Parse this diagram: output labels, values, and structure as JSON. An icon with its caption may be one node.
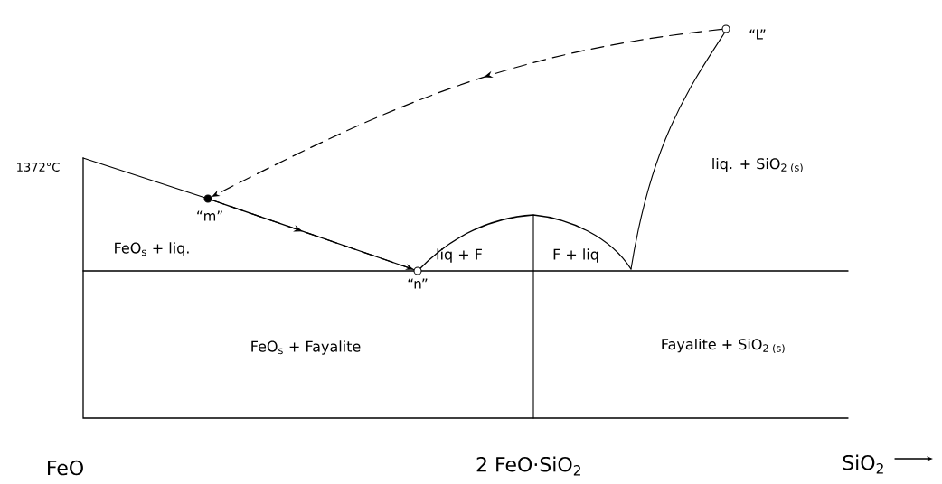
{
  "diagram": {
    "nodes": [
      {
        "text": [],
        "shape": "circle",
        "beside": [
          "“L”"
        ]
      },
      {
        "text": [],
        "shape": "dot",
        "beside": [
          "“m”"
        ]
      },
      {
        "text": [],
        "shape": "circle",
        "beside": [
          "“n”"
        ]
      }
    ],
    "edges": [
      {
        "from": 0,
        "to": 1,
        "arrow": "to",
        "style": "dashed"
      },
      {
        "from": 1,
        "to": 2,
        "arrow": "to",
        "style": "dashed"
      }
    ],
    "labels": [
      "1372°C",
      "liq. + SiO$_{2 (s)}$",
      "FeO$_{s}$ + liq.",
      "liq + F",
      "F + liq",
      "FeO$_{s}$ + Fayalite",
      "Fayalite + SiO$_{2 (s)}$",
      "FeO",
      "2 FeO·SiO$_{2}$",
      "SiO$_{2}$"
    ]
  }
}
